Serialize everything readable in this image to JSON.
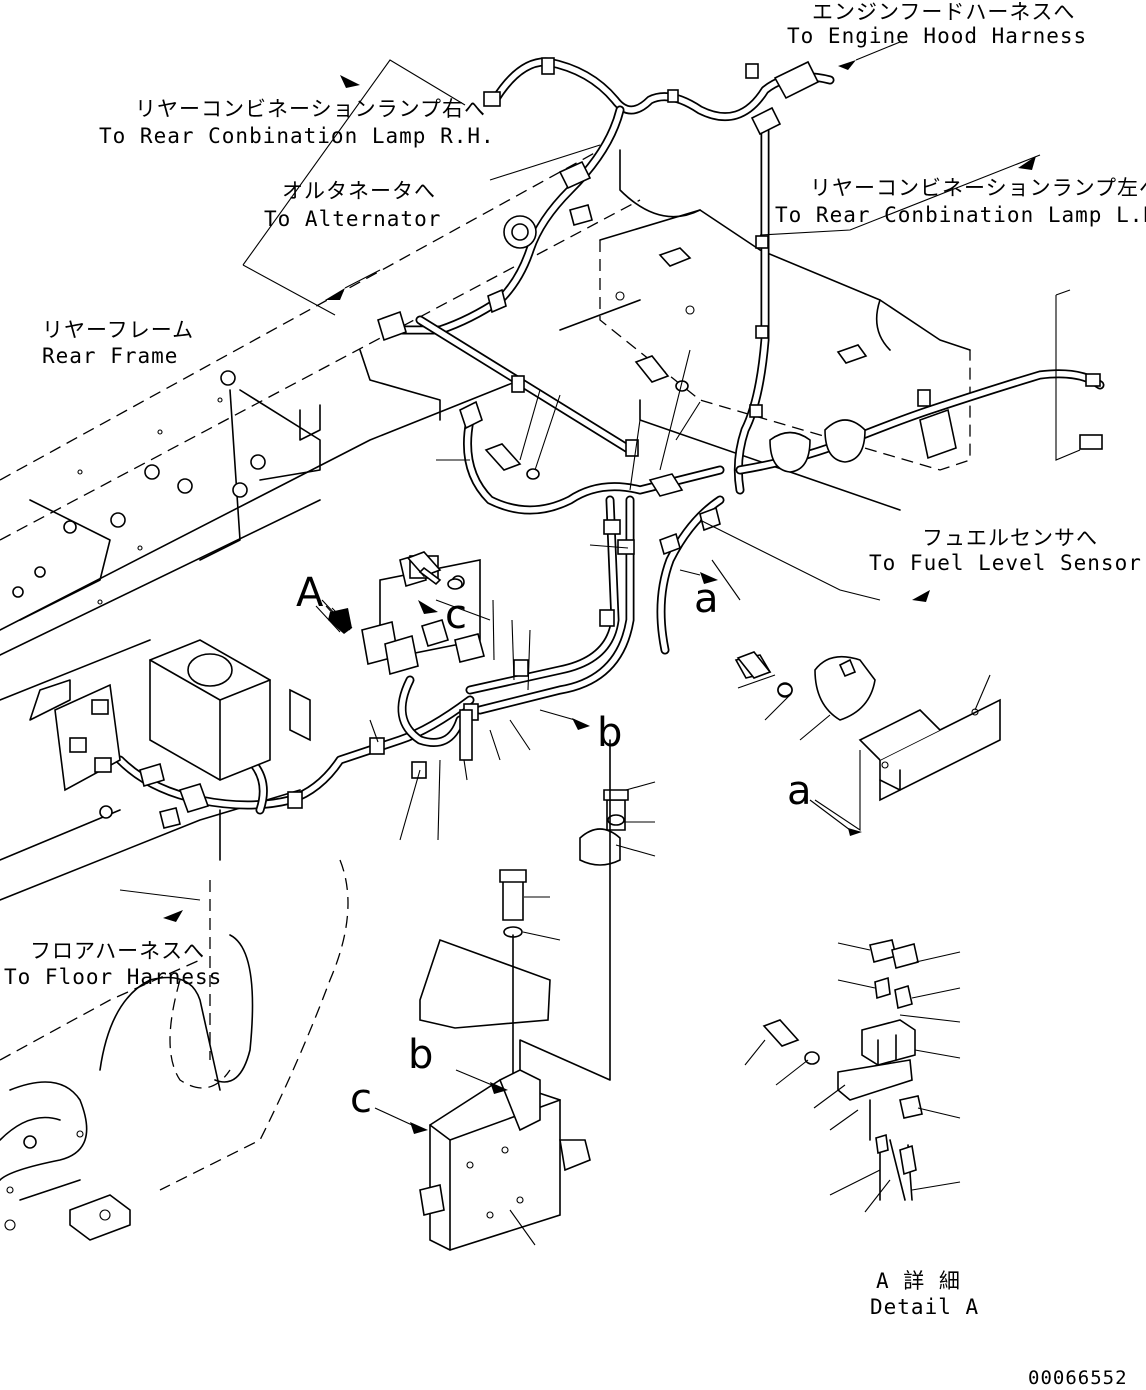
{
  "labels": {
    "engine_hood_jp": "エンジンフードハーネスへ",
    "engine_hood_en": "To Engine Hood Harness",
    "lamp_rh_jp": "リヤーコンビネーションランプ右へ",
    "lamp_rh_en": "To Rear Conbination Lamp R.H.",
    "alternator_jp": "オルタネータへ",
    "alternator_en": "To Alternator",
    "lamp_lh_jp": "リヤーコンビネーションランプ左へ",
    "lamp_lh_en": "To Rear Conbination Lamp L.H.",
    "rear_frame_jp": "リヤーフレーム",
    "rear_frame_en": "Rear Frame",
    "fuel_sensor_jp": "フュエルセンサへ",
    "fuel_sensor_en": "To Fuel Level Sensor",
    "floor_jp": "フロアハーネスへ",
    "floor_en": "To Floor Harness",
    "detail_jp": "A 詳 細",
    "detail_en": "Detail A",
    "drawing_number": "00066552"
  },
  "callouts": {
    "view_a": "A",
    "c_upper": "c",
    "b_right": "b",
    "a_upper": "a",
    "a_lower": "a",
    "b_lower": "b",
    "c_lower": "c"
  }
}
